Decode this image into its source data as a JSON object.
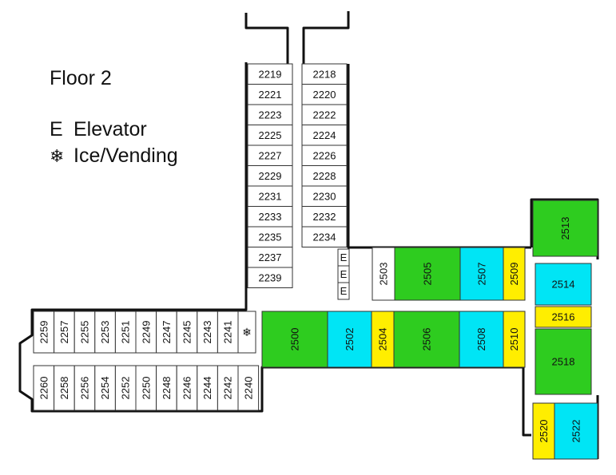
{
  "legend": {
    "title": "Floor 2",
    "elevator_symbol": "E",
    "elevator_label": "Elevator",
    "ice_symbol": "❄",
    "ice_label": "Ice/Vending"
  },
  "colors": {
    "green": "#2ecc1f",
    "cyan": "#00e5f5",
    "yellow": "#ffee00",
    "white": "#ffffff",
    "wall": "#111111"
  },
  "rooms": {
    "north_left": [
      "2219",
      "2221",
      "2223",
      "2225",
      "2227",
      "2229",
      "2231",
      "2233",
      "2235",
      "2237",
      "2239"
    ],
    "north_right": [
      "2218",
      "2220",
      "2222",
      "2224",
      "2226",
      "2228",
      "2230",
      "2232",
      "2234"
    ],
    "west_upper": [
      "2259",
      "2257",
      "2255",
      "2253",
      "2251",
      "2249",
      "2247",
      "2245",
      "2243",
      "2241"
    ],
    "west_lower": [
      "2260",
      "2258",
      "2256",
      "2254",
      "2252",
      "2250",
      "2248",
      "2246",
      "2244",
      "2242",
      "2240"
    ],
    "east": [
      {
        "label": "2503",
        "color": "white"
      },
      {
        "label": "2505",
        "color": "green"
      },
      {
        "label": "2507",
        "color": "cyan"
      },
      {
        "label": "2509",
        "color": "yellow"
      },
      {
        "label": "2500",
        "color": "green"
      },
      {
        "label": "2502",
        "color": "cyan"
      },
      {
        "label": "2504",
        "color": "yellow"
      },
      {
        "label": "2506",
        "color": "green"
      },
      {
        "label": "2508",
        "color": "cyan"
      },
      {
        "label": "2510",
        "color": "yellow"
      },
      {
        "label": "2513",
        "color": "green"
      },
      {
        "label": "2514",
        "color": "cyan"
      },
      {
        "label": "2516",
        "color": "yellow"
      },
      {
        "label": "2518",
        "color": "green"
      },
      {
        "label": "2520",
        "color": "yellow"
      },
      {
        "label": "2522",
        "color": "cyan"
      }
    ],
    "elevators": [
      "E",
      "E",
      "E"
    ],
    "ice": "❄"
  }
}
